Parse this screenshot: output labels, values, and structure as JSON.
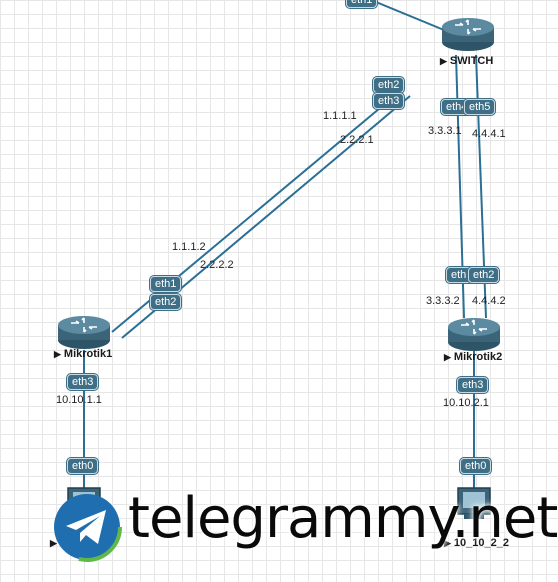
{
  "devices": {
    "switch": {
      "name": "SWITCH",
      "top_port": "eth1"
    },
    "mikrotik1": {
      "name": "Mikrotik1"
    },
    "mikrotik2": {
      "name": "Mikrotik2"
    },
    "pc1": {
      "name": "10_10_1_2"
    },
    "pc2": {
      "name": "10_10_2_2"
    }
  },
  "ports": {
    "switch_eth2": "eth2",
    "switch_eth3": "eth3",
    "switch_eth4": "eth4",
    "switch_eth5": "eth5",
    "m1_eth1": "eth1",
    "m1_eth2": "eth2",
    "m1_eth3": "eth3",
    "pc1_eth0": "eth0",
    "m2_eth1": "eth1",
    "m2_eth2": "eth2",
    "m2_eth3": "eth3",
    "pc2_eth0": "eth0"
  },
  "ips": {
    "sw_1": "1.1.1.1",
    "sw_2": "2.2.2.1",
    "sw_3": "3.3.3.1",
    "sw_4": "4.4.4.1",
    "m1_1": "1.1.1.2",
    "m1_2": "2.2.2.2",
    "m1_3": "10.10.1.1",
    "m2_3": "3.3.3.2",
    "m2_4": "4.4.4.2",
    "m2_lan": "10.10.2.1"
  },
  "watermark": {
    "text": "telegrammy.net"
  },
  "colors": {
    "link": "#2a6f96",
    "port_bg": "#3f6f86",
    "router": "#3c6479"
  },
  "icons": {
    "router": "router-icon",
    "pc": "pc-icon",
    "watermark": "telegram-logo-icon"
  }
}
